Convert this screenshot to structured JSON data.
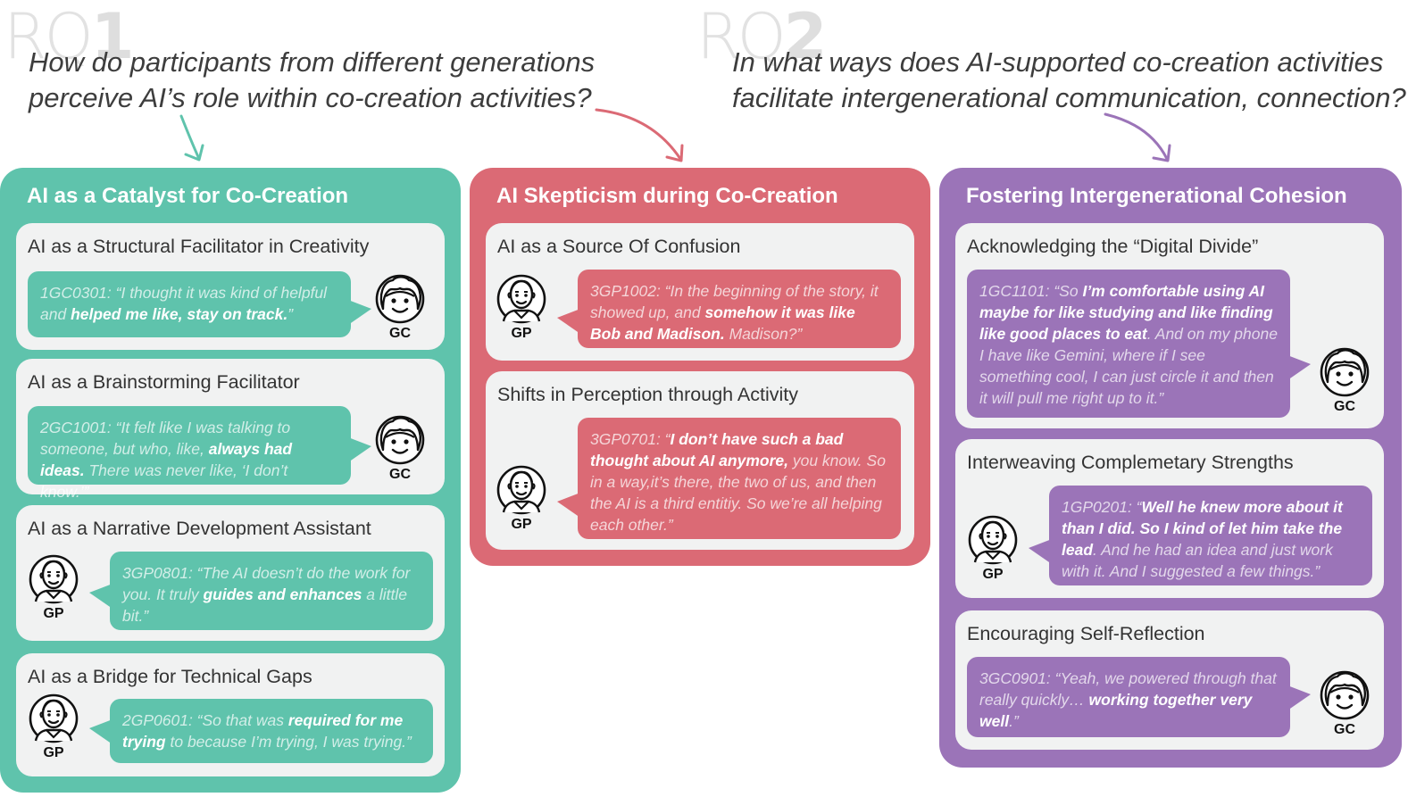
{
  "colors": {
    "teal": "#5fc3ac",
    "red": "#db6a75",
    "purple": "#9b74b8",
    "card": "#f1f2f2"
  },
  "rq1": {
    "label_light": "RQ",
    "label_bold": "1",
    "question_line1": "How do participants from different generations",
    "question_line2": "perceive AI’s role within co-creation activities?"
  },
  "rq2": {
    "label_light": "RQ",
    "label_bold": "2",
    "question_line1": "In what ways does AI-supported co-creation activities",
    "question_line2": "facilitate intergenerational communication, connection?"
  },
  "themes": [
    {
      "title": "AI as a Catalyst for Co-Creation",
      "cards": [
        {
          "title": "AI as a Structural Facilitator in Creativity",
          "avatar": "GC",
          "quote": {
            "id": "1GC0301:",
            "pre": " “I thought it was kind of helpful and ",
            "bold": "helped me like, stay on track.",
            "post": "”"
          }
        },
        {
          "title": "AI as a Brainstorming Facilitator",
          "avatar": "GC",
          "quote": {
            "id": "2GC1001:",
            "pre": " “It felt like I was talking to someone, but who, like, ",
            "bold": "always had ideas.",
            "post": " There was never like, ‘I don’t know.’”"
          }
        },
        {
          "title": "AI as a Narrative Development Assistant",
          "avatar": "GP",
          "quote": {
            "id": "3GP0801:",
            "pre": " “The AI doesn’t do the work for you. It truly ",
            "bold": "guides and enhances",
            "post": " a little bit.”"
          }
        },
        {
          "title": "AI as a Bridge for Technical Gaps",
          "avatar": "GP",
          "quote": {
            "id": "2GP0601:",
            "pre": " “So that was ",
            "bold": "required for me trying",
            "post": " to because I’m trying, I was trying.”"
          }
        }
      ]
    },
    {
      "title": "AI Skepticism during Co-Creation",
      "cards": [
        {
          "title": "AI as a Source Of Confusion",
          "avatar": "GP",
          "quote": {
            "id": "3GP1002:",
            "pre": " “In the beginning of the story, it showed up, and ",
            "bold": "somehow it was like Bob and Madison.",
            "post": " Madison?”"
          }
        },
        {
          "title": "Shifts in Perception through Activity",
          "avatar": "GP",
          "quote": {
            "id": "3GP0701:",
            "pre": " “",
            "bold": "I don’t have such a bad thought about AI anymore,",
            "post": " you know. So in a way,it’s there, the two of us, and then the AI is a third entitiy. So we’re all helping each other.”"
          }
        }
      ]
    },
    {
      "title": "Fostering Intergenerational Cohesion",
      "cards": [
        {
          "title": "Acknowledging the “Digital Divide”",
          "avatar": "GC",
          "quote": {
            "id": "1GC1101:",
            "pre": " “So ",
            "bold": "I’m comfortable using AI maybe for like studying and like finding like good places to eat",
            "post": ". And on my phone I have like Gemini, where if I see something cool, I can just circle it and then it will pull me right up to it.”"
          }
        },
        {
          "title": "Interweaving Complemetary Strengths",
          "avatar": "GP",
          "quote": {
            "id": "1GP0201:",
            "pre": " “",
            "bold": "Well he knew more about it than I did. So I kind of let him take the lead",
            "post": ". And he had an idea and just work with it. And I suggested a few things.”"
          }
        },
        {
          "title": "Encouraging Self-Reflection",
          "avatar": "GC",
          "quote": {
            "id": "3GC0901:",
            "pre": " “Yeah, we powered through that really quickly… ",
            "bold": "working together very well",
            "post": ".”"
          }
        }
      ]
    }
  ]
}
